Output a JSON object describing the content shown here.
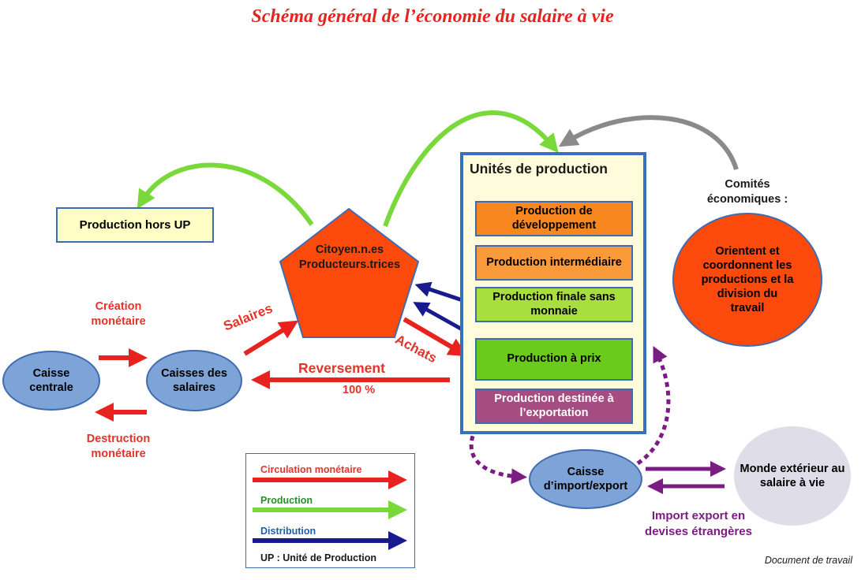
{
  "title": "Schéma général de l’économie du salaire à vie",
  "nodes": {
    "production_hors_up": "Production hors UP",
    "citoyens": "Citoyen.n.es Producteurs.trices",
    "unites_title": "Unités de production",
    "prod_dev": "Production de développement",
    "prod_inter": "Production intermédiaire",
    "prod_finale": "Production finale sans monnaie",
    "prod_prix": "Production à prix",
    "prod_export": "Production destinée à l’exportation",
    "comites": "Comités économiques :",
    "comites_circle": "Orientent et coordonnent les productions et la division du travail",
    "caisse_centrale": "Caisse centrale",
    "caisses_salaires": "Caisses des salaires",
    "caisse_import": "Caisse d’import/export",
    "monde": "Monde extérieur au salaire à vie"
  },
  "labels": {
    "creation": "Création monétaire",
    "destruction": "Destruction monétaire",
    "salaires": "Salaires",
    "achats": "Achats",
    "reversement": "Reversement",
    "pct": "100 %",
    "import_export": "Import export en devises étrangères"
  },
  "legend": {
    "circulation": "Circulation monétaire",
    "production": "Production",
    "distribution": "Distribution",
    "up": "UP : Unité de Production"
  },
  "footer": "Document de travail",
  "colors": {
    "red": "#e8231f",
    "green": "#7ad93a",
    "navy": "#1a1a8f",
    "purple": "#7a1c82",
    "grey": "#8a8a8a"
  }
}
